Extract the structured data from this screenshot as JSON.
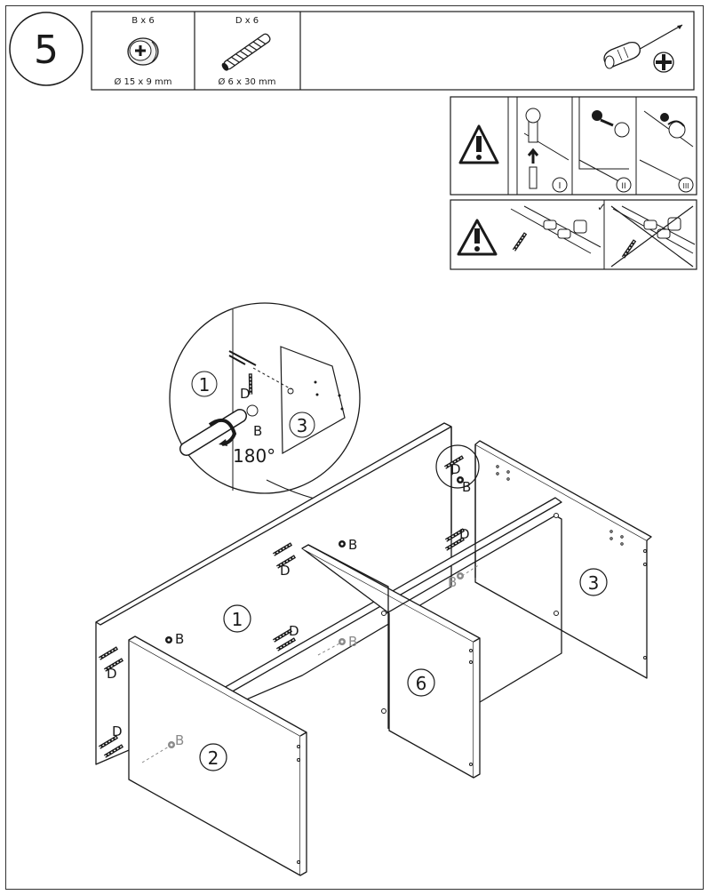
{
  "step": {
    "number": "5"
  },
  "parts": [
    {
      "qty_label": "B x 6",
      "dimension": "Ø 15 x 9 mm",
      "icon": "cam-lock-icon"
    },
    {
      "qty_label": "D x 6",
      "dimension": "Ø 6 x 30 mm",
      "icon": "cam-bolt-icon"
    }
  ],
  "tools": {
    "icon": "phillips-screwdriver-icon"
  },
  "warning_panels": {
    "top_steps": [
      "I",
      "II",
      "III"
    ],
    "icon": "warning-triangle-icon",
    "check_mark": "✓"
  },
  "detail": {
    "panel_1": "1",
    "panel_3": "3",
    "dowel_label": "D",
    "cam_label": "B",
    "rotation": "180°"
  },
  "assembly": {
    "panels": [
      "1",
      "2",
      "3",
      "6"
    ],
    "dowel_label": "D",
    "cam_label": "B"
  },
  "colors": {
    "line": "#1a1a1a",
    "hidden": "#8a8a8a",
    "background": "#ffffff"
  }
}
